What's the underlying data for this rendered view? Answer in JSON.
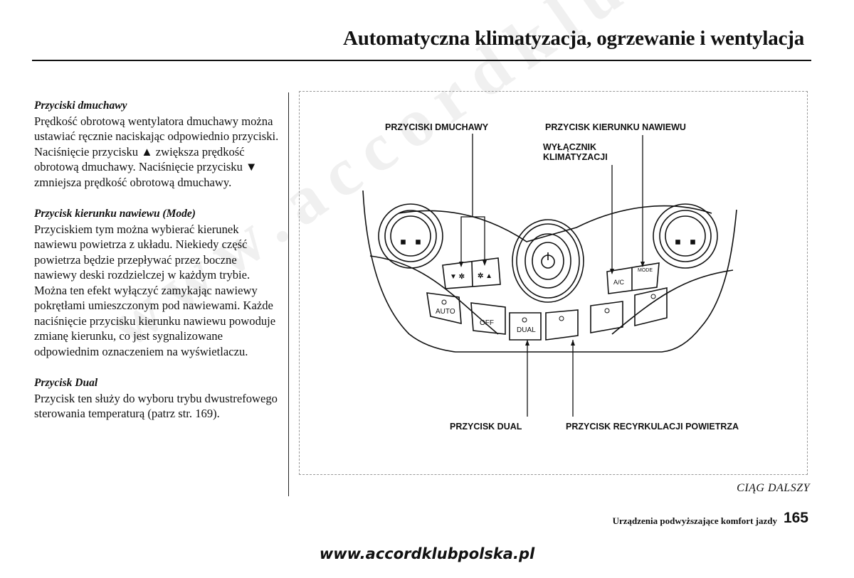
{
  "header": {
    "title": "Automatyczna klimatyzacja, ogrzewanie i wentylacja"
  },
  "sections": [
    {
      "heading": "Przyciski dmuchawy",
      "body": "Prędkość obrotową wentylatora dmuchawy można ustawiać ręcznie naciskając odpowiednio przyciski. Naciśnięcie przycisku ▲ zwiększa prędkość obrotową dmuchawy. Naciśnięcie przycisku ▼ zmniejsza prędkość obrotową dmuchawy."
    },
    {
      "heading": "Przycisk kierunku nawiewu (Mode)",
      "body": "Przyciskiem tym można wybierać kierunek nawiewu powietrza z układu. Niekiedy część powietrza będzie przepływać przez boczne nawiewy deski rozdzielczej w każdym trybie. Można ten efekt wyłączyć zamykając nawiewy pokrętłami umieszczonym pod nawiewami. Każde naciśnięcie przycisku kierunku nawiewu powoduje zmianę kierunku, co jest sygnalizowane odpowiednim oznaczeniem na wyświetlaczu."
    },
    {
      "heading": "Przycisk Dual",
      "body": "Przycisk ten służy do wyboru trybu dwustrefowego sterowania temperaturą (patrz str. 169)."
    }
  ],
  "figure": {
    "labels": {
      "blower": "PRZYCISKI DMUCHAWY",
      "mode": "PRZYCISK KIERUNKU NAWIEWU",
      "ac_line1": "WYŁĄCZNIK",
      "ac_line2": "KLIMATYZACJI",
      "dual": "PRZYCISK DUAL",
      "recirc": "PRZYCISK RECYRKULACJI POWIETRZA"
    },
    "buttons": {
      "auto": "AUTO",
      "off": "OFF",
      "dual": "DUAL",
      "ac": "A/C",
      "mode": "MODE"
    }
  },
  "continued": "CIĄG DALSZY",
  "footer": {
    "section": "Urządzenia podwyższające komfort jazdy",
    "page": "165"
  },
  "url": "www.accordklubpolska.pl",
  "watermark": "www.accordklubpolska.pl"
}
